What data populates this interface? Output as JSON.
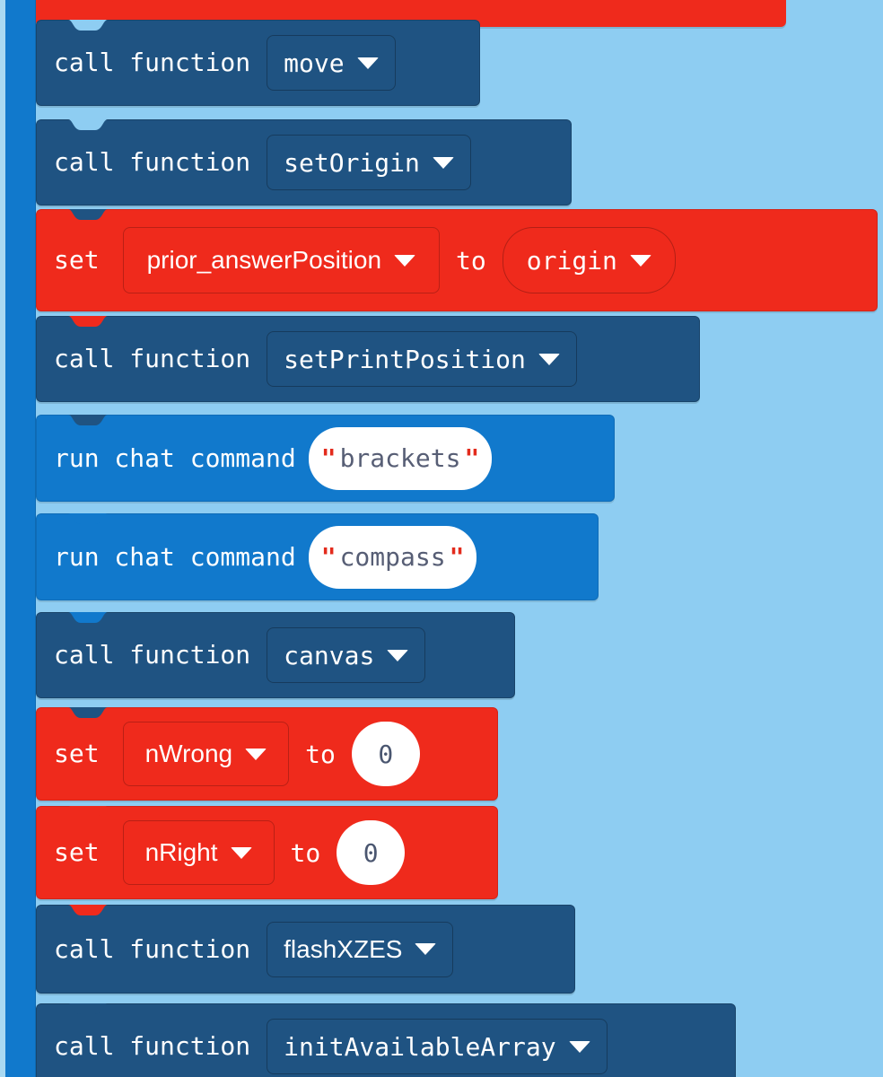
{
  "workspace": {
    "background_color": "#8ecdf2",
    "left_rail_color": "#a9d9f2",
    "left_bar_color": "#1179cc"
  },
  "palette": {
    "functions_block": "#1f5382",
    "chat_block": "#1179cc",
    "variables_block": "#ef2a1c",
    "white_field": "#ffffff",
    "string_text": "#575e75",
    "quote_mark": "#e32b1c",
    "teal_field": "#2f8a8e"
  },
  "blocks": [
    {
      "id": "top-partial",
      "kind": "partial-variables-block",
      "color": "#ef2a1c",
      "inner_field_color": "#2f8a8e",
      "visible": "top edge cropped"
    },
    {
      "id": "call-move",
      "kind": "call-function",
      "color": "#1f5382",
      "label": "call function",
      "field": "move",
      "field_style": "mono",
      "caret": "chevron-down-icon"
    },
    {
      "id": "call-setorigin",
      "kind": "call-function",
      "color": "#1f5382",
      "label": "call function",
      "field": "setOrigin",
      "field_style": "mono",
      "caret": "chevron-down-icon"
    },
    {
      "id": "set-prior-answerposition",
      "kind": "set-variable",
      "color": "#ef2a1c",
      "label": "set",
      "variable": "prior_answerPosition",
      "variable_style": "prop",
      "connector": "to",
      "value": "origin",
      "value_style": "pill",
      "caret": "chevron-down-icon"
    },
    {
      "id": "call-setprintposition",
      "kind": "call-function",
      "color": "#1f5382",
      "label": "call function",
      "field": "setPrintPosition",
      "field_style": "mono",
      "caret": "chevron-down-icon"
    },
    {
      "id": "run-chat-brackets",
      "kind": "run-chat-command",
      "color": "#1179cc",
      "label": "run chat command",
      "string_value": "brackets",
      "quote": "\""
    },
    {
      "id": "run-chat-compass",
      "kind": "run-chat-command",
      "color": "#1179cc",
      "label": "run chat command",
      "string_value": "compass",
      "quote": "\""
    },
    {
      "id": "call-canvas",
      "kind": "call-function",
      "color": "#1f5382",
      "label": "call function",
      "field": "canvas",
      "field_style": "mono",
      "caret": "chevron-down-icon"
    },
    {
      "id": "set-nwrong",
      "kind": "set-variable",
      "color": "#ef2a1c",
      "label": "set",
      "variable": "nWrong",
      "variable_style": "prop",
      "connector": "to",
      "value": "0",
      "value_style": "number",
      "caret": "chevron-down-icon"
    },
    {
      "id": "set-nright",
      "kind": "set-variable",
      "color": "#ef2a1c",
      "label": "set",
      "variable": "nRight",
      "variable_style": "prop",
      "connector": "to",
      "value": "0",
      "value_style": "number",
      "caret": "chevron-down-icon"
    },
    {
      "id": "call-flashxzes",
      "kind": "call-function",
      "color": "#1f5382",
      "label": "call function",
      "field": "flashXZES",
      "field_style": "prop",
      "caret": "chevron-down-icon"
    },
    {
      "id": "call-initavailablearray",
      "kind": "call-function",
      "color": "#1f5382",
      "label": "call function",
      "field": "initAvailableArray",
      "field_style": "mono",
      "caret": "chevron-down-icon"
    }
  ],
  "labels": {
    "call_function": "call function",
    "set": "set",
    "to": "to",
    "run_chat_command": "run chat command",
    "quote": "\""
  },
  "values": {
    "move": "move",
    "setOrigin": "setOrigin",
    "prior_answerPosition": "prior_answerPosition",
    "origin": "origin",
    "setPrintPosition": "setPrintPosition",
    "brackets": "brackets",
    "compass": "compass",
    "canvas": "canvas",
    "nWrong": "nWrong",
    "nRight": "nRight",
    "zero": "0",
    "flashXZES": "flashXZES",
    "initAvailableArray": "initAvailableArray"
  }
}
